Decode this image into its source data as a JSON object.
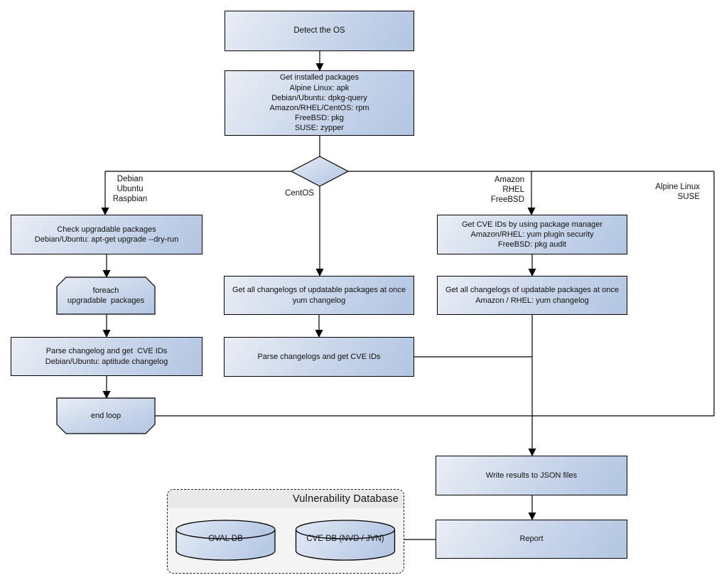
{
  "diagram": {
    "nodes": {
      "detect_os": "Detect the OS",
      "get_installed": "Get installed packages\nAlpine Linux: apk\nDebian/Ubuntu: dpkg-query\nAmazon/RHEL/CentOS: rpm\nFreeBSD: pkg\nSUSE: zypper",
      "check_upgradable": "Check upgradable packages\nDebian/Ubuntu: apt-get upgrade --dry-run",
      "foreach_loop": "foreach\nupgradable  packages",
      "parse_changelog_left": "Parse changelog and get  CVE IDs\nDebian/Ubuntu: aptitude changelog",
      "end_loop": "end loop",
      "mid_changelogs": "Get all changelogs of updatable packages at once\nyum changelog",
      "mid_parse": "Parse changelogs and get CVE IDs",
      "right_get_cve": "Get CVE IDs by using package manager\nAmazon/RHEL: yum plugin security\nFreeBSD: pkg audit",
      "right_changelogs": "Get all changelogs of updatable packages at once\nAmazon / RHEL: yum changelog",
      "write_json": "Write results to JSON files",
      "report": "Report"
    },
    "branch_labels": {
      "debian_branch": "Debian\nUbuntu\nRaspbian",
      "centos_branch": "CentOS",
      "amazon_branch": "Amazon\nRHEL\nFreeBSD",
      "alpine_branch": "Alpine Linux\nSUSE"
    },
    "database": {
      "title": "Vulnerability Database",
      "oval_db": "OVAL DB",
      "cve_db": "CVE DB (NVD / JVN)"
    },
    "palette": {
      "node_gradient_start": "#eaeef5",
      "node_gradient_end": "#b2c5e2",
      "outline": "#000000",
      "db_background": "#f4f4f4",
      "db_header": "#e9e9e9"
    }
  }
}
